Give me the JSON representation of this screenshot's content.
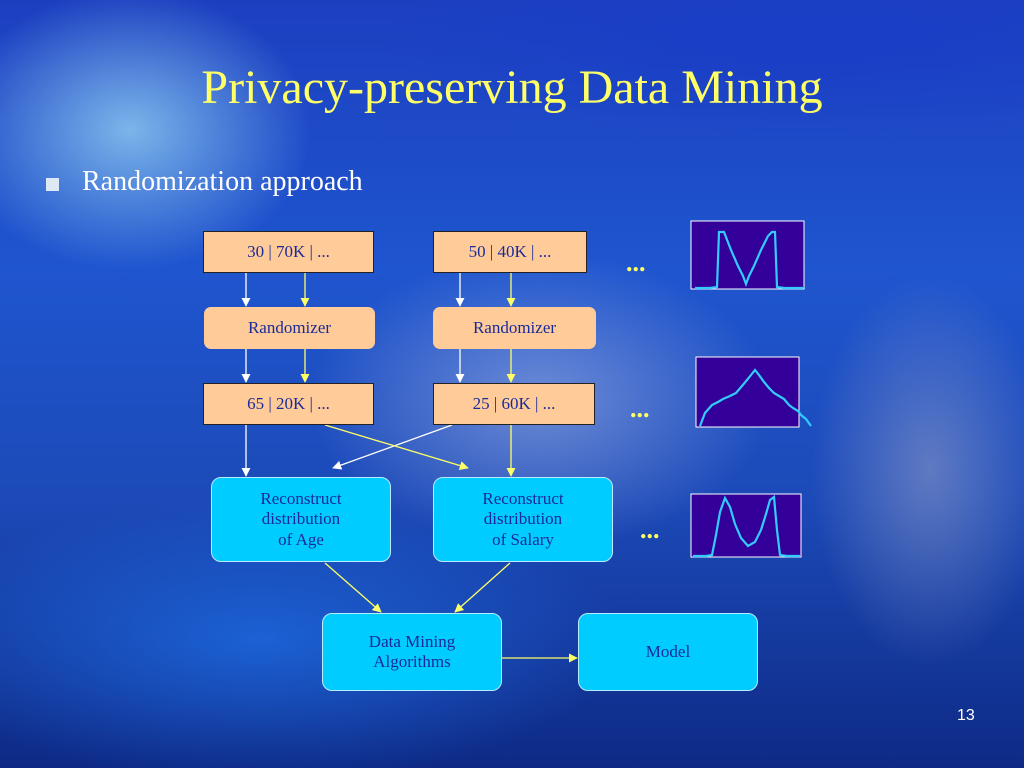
{
  "title": "Privacy-preserving Data Mining",
  "bullet": "Randomization approach",
  "records": {
    "original_1": "30 | 70K | ...",
    "original_2": "50 | 40K | ...",
    "randomized_1": "65 | 20K | ...",
    "randomized_2": "25 | 60K | ..."
  },
  "randomizer_label": "Randomizer",
  "reconstruct_age": [
    "Reconstruct",
    "distribution",
    "of Age"
  ],
  "reconstruct_salary": [
    "Reconstruct",
    "distribution",
    "of Salary"
  ],
  "data_mining": [
    "Data Mining",
    "Algorithms"
  ],
  "model": "Model",
  "ellipsis": "...",
  "page_number": "13",
  "colors": {
    "title": "#ffff66",
    "record_fill": "#ffcc99",
    "node_fill": "#00ccff",
    "node_text": "#1a2a99",
    "plot_bg": "#330099",
    "plot_line": "#33ccff",
    "arrow_white": "#ffffff",
    "arrow_yellow": "#ffff66"
  }
}
